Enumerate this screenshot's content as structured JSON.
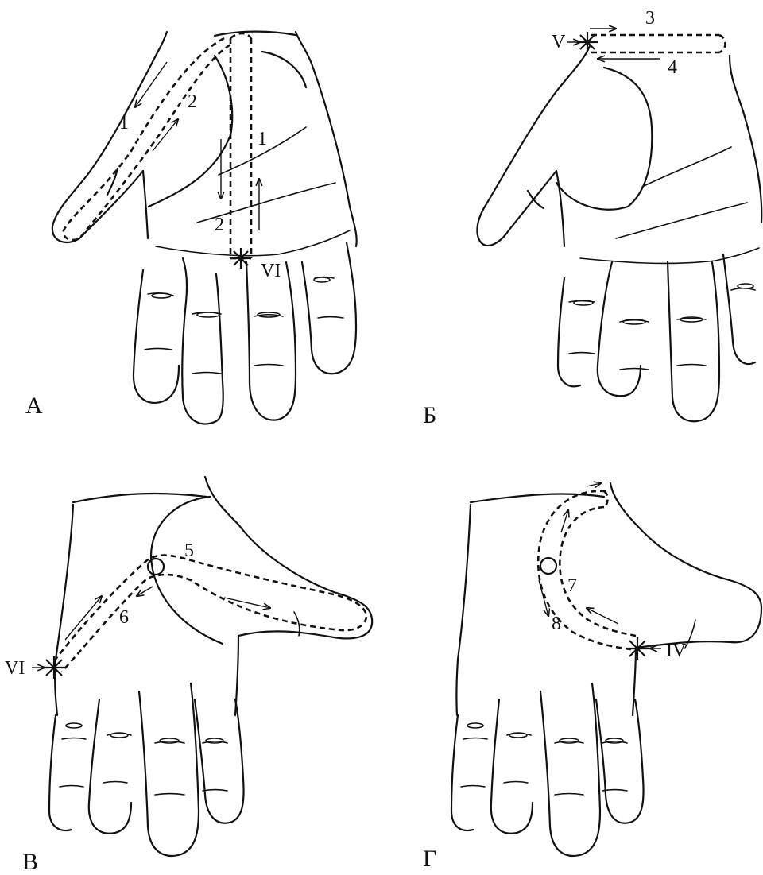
{
  "panels": [
    {
      "letter": "А",
      "point_label": "VI",
      "steps": [
        "1",
        "2",
        "1",
        "2"
      ]
    },
    {
      "letter": "Б",
      "point_label": "V",
      "steps": [
        "3",
        "4"
      ]
    },
    {
      "letter": "В",
      "point_label": "VI",
      "steps": [
        "5",
        "6"
      ]
    },
    {
      "letter": "Г",
      "point_label": "IV",
      "steps": [
        "7",
        "8"
      ]
    }
  ],
  "colors": {
    "ink": "#111111",
    "background": "#ffffff"
  }
}
